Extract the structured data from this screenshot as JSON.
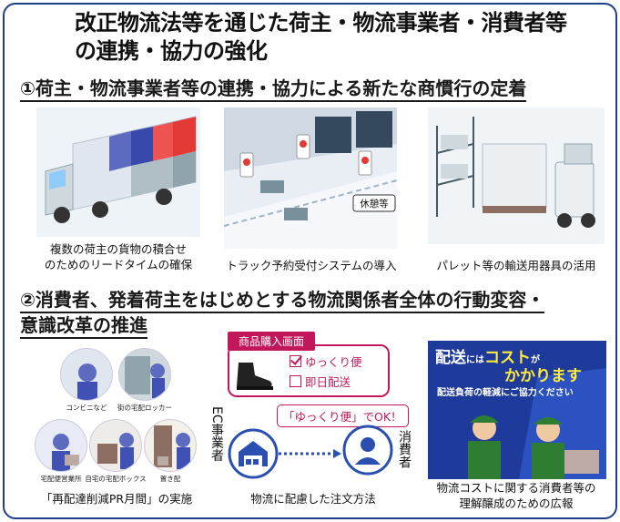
{
  "title": {
    "line1": "改正物流法等を通じた荷主・物流事業者・消費者等",
    "line2": "の連携・協力の強化"
  },
  "section1": {
    "heading": "①荷主・物流事業者等の連携・協力による新たな商慣行の定着",
    "items": [
      {
        "caption_line1": "複数の荷主の貨物の積合せ",
        "caption_line2": "のためのリードタイムの確保"
      },
      {
        "caption": "トラック予約受付システムの導入",
        "image_label": "休憩等"
      },
      {
        "caption": "パレット等の輸送用器具の活用"
      }
    ]
  },
  "section2": {
    "heading_line1": "②消費者、発着荷主をはじめとする物流関係者全体の行動変容・",
    "heading_line2": "意識改革の推進",
    "circles": [
      "コンビニなど",
      "街の宅配ロッカー",
      "宅配便営業所",
      "自宅の宅配ボックス",
      "置き配"
    ],
    "caption_left": "「再配達削減PR月間」の実施",
    "purchase": {
      "tag": "商品購入画面",
      "option1": "ゆっくり便",
      "option2": "即日配送",
      "bubble": "「ゆっくり便」でOK！",
      "ec_label": "EC事業者",
      "consumer_label": "消費者",
      "caption": "物流に配慮した注文方法"
    },
    "poster": {
      "headline_a": "配送",
      "headline_b": "には",
      "headline_c": "コスト",
      "headline_d": "が",
      "headline_e": "かかります",
      "sub": "配送負荷の軽減にご協力ください",
      "caption_line1": "物流コストに関する消費者等の",
      "caption_line2": "理解醸成のための広報"
    }
  },
  "colors": {
    "accent_red": "#c2185b",
    "navy": "#1f3f8a",
    "blue": "#2a4fb0"
  }
}
